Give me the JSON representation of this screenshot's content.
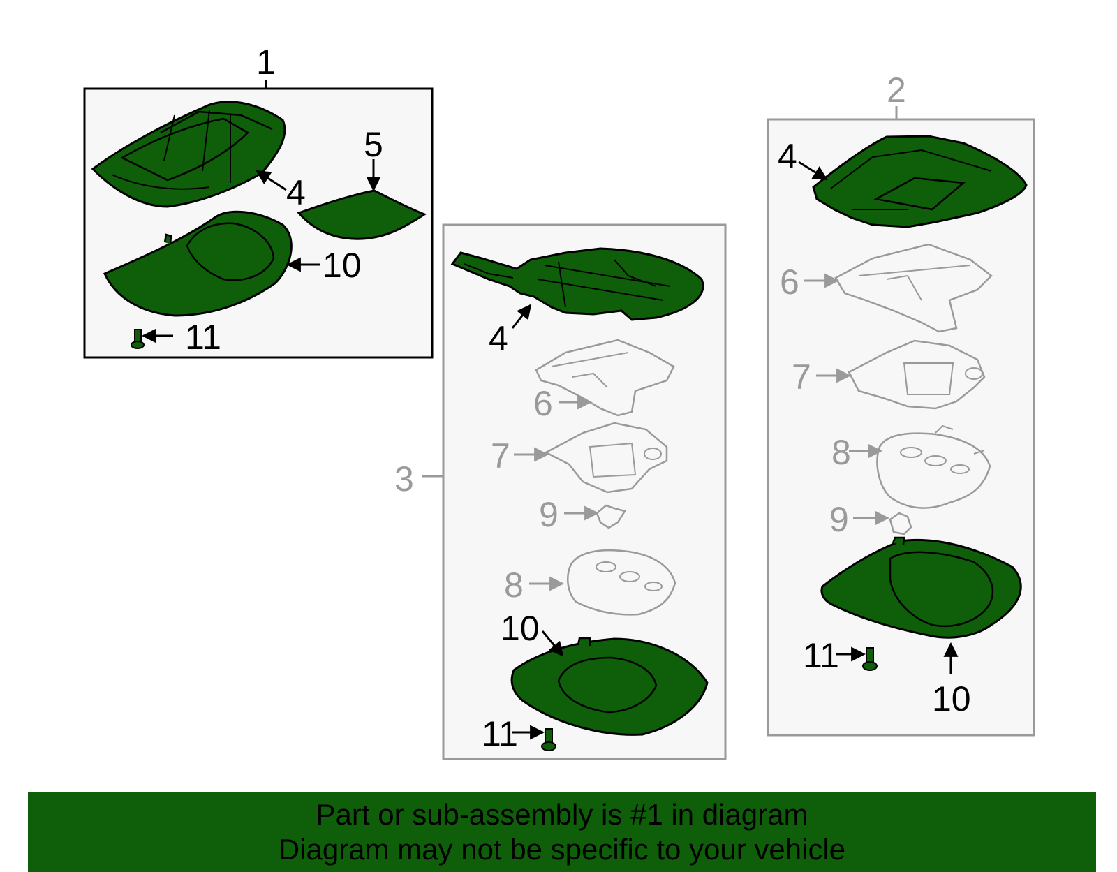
{
  "colors": {
    "part_fill": "#0f5e0a",
    "outline_dark": "#000000",
    "outline_grey": "#9a9a9a",
    "box_fill": "#f7f7f7",
    "banner_fill": "#0f5e0a"
  },
  "callouts": {
    "box1": {
      "assembly": "1",
      "housing": "4",
      "lens": "5",
      "cover": "10",
      "screw": "11"
    },
    "box3": {
      "assembly": "3",
      "housing": "4",
      "bracket": "6",
      "switch_housing": "7",
      "lamp_unit": "8",
      "bulb": "9",
      "cover": "10",
      "screw": "11"
    },
    "box2": {
      "assembly": "2",
      "housing": "4",
      "bracket": "6",
      "switch_housing": "7",
      "lamp_unit": "8",
      "bulb": "9",
      "cover": "10",
      "screw": "11"
    }
  },
  "banner": {
    "line1": "Part or sub-assembly is #1 in diagram",
    "line2": "Diagram may not be specific to your vehicle"
  }
}
